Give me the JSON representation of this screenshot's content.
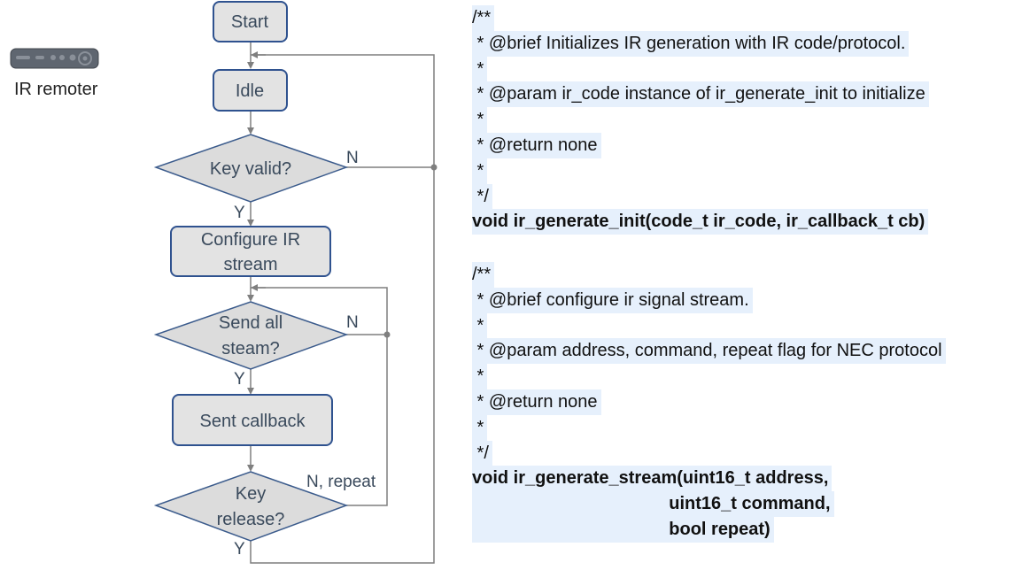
{
  "remote": {
    "label": "IR remoter"
  },
  "flowchart": {
    "nodes": {
      "start": "Start",
      "idle": "Idle",
      "key_valid": "Key valid?",
      "configure_line1": "Configure IR",
      "configure_line2": "stream",
      "send_all_line1": "Send all",
      "send_all_line2": "steam?",
      "sent_callback": "Sent callback",
      "key_release_line1": "Key",
      "key_release_line2": "release?"
    },
    "labels": {
      "key_valid_no": "N",
      "key_valid_yes": "Y",
      "send_all_no": "N",
      "send_all_yes": "Y",
      "key_release_no": "N, repeat",
      "key_release_yes": "Y"
    }
  },
  "code": {
    "block1": [
      "/**",
      " * @brief Initializes IR generation with IR code/protocol.",
      " *",
      " * @param ir_code instance of ir_generate_init to initialize",
      " *",
      " * @return none",
      " *",
      " */"
    ],
    "block1_signature": "void ir_generate_init(code_t ir_code, ir_callback_t cb)",
    "block2": [
      "/**",
      " * @brief configure ir signal stream.",
      " *",
      " * @param address, command, repeat flag for NEC protocol",
      " *",
      " * @return none",
      " *",
      " */"
    ],
    "block2_signature": [
      "void ir_generate_stream(uint16_t address,",
      "                                        uint16_t command,",
      "                                        bool repeat)"
    ]
  },
  "colors": {
    "box_fill": "#e3e3e3",
    "box_border": "#2f528f",
    "diamond_fill": "#dcdcdc",
    "diamond_border": "#3b5b8c",
    "arrow": "#7f7f7f",
    "text": "#3a4a5c",
    "code_highlight": "#e6f0fc"
  }
}
